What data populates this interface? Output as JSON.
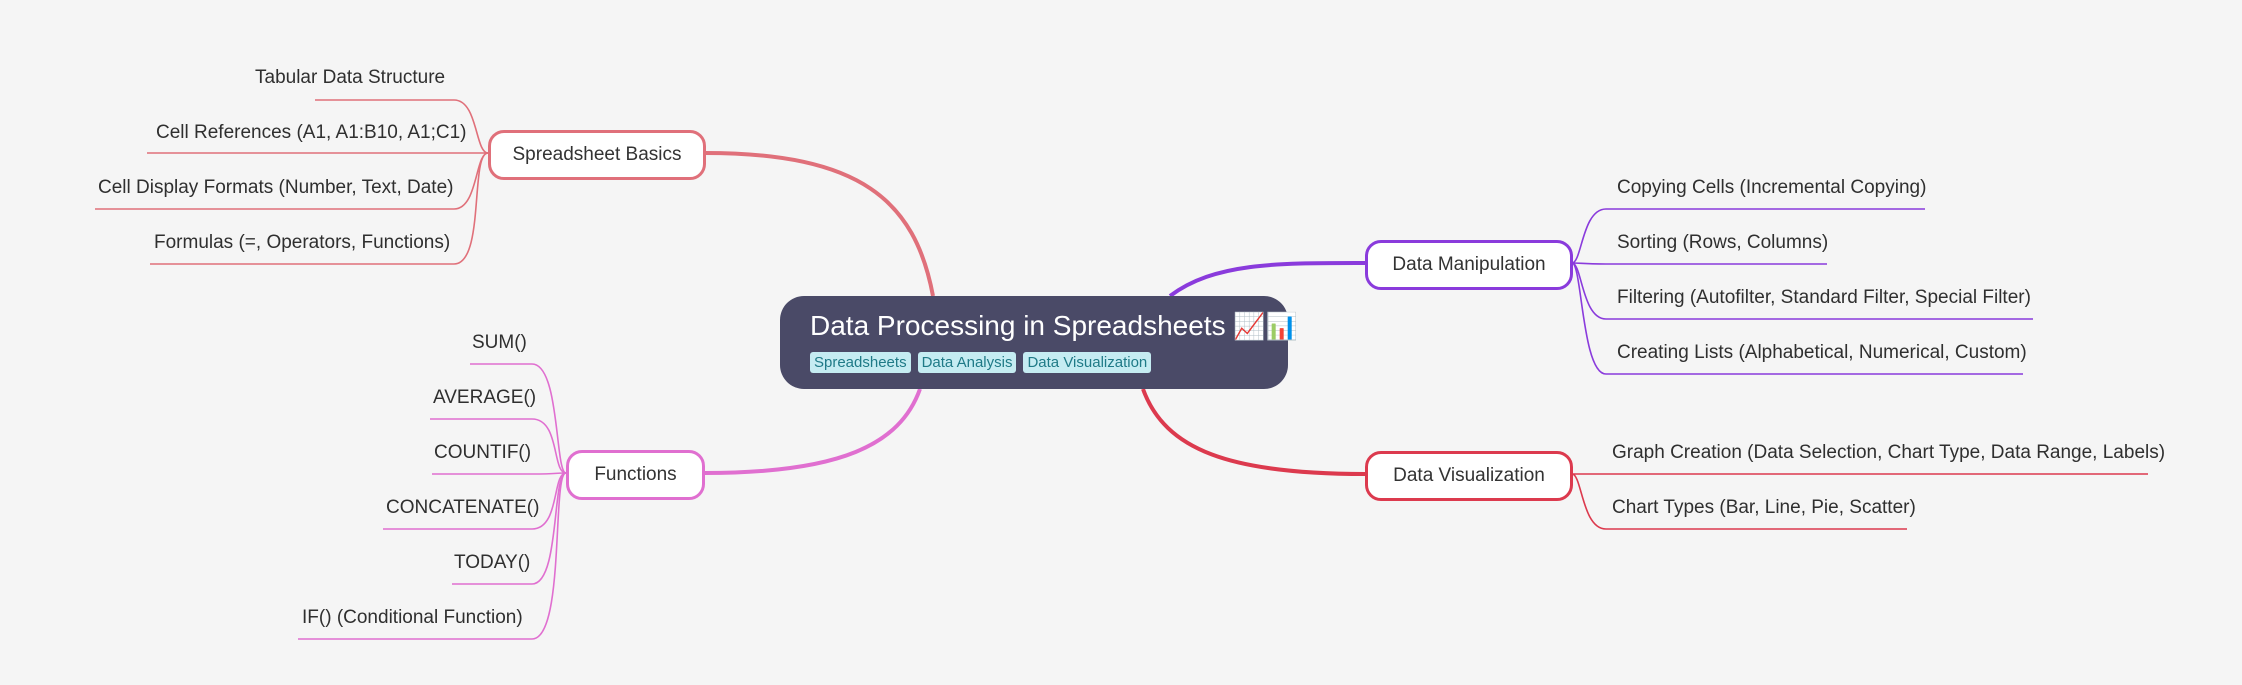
{
  "root": {
    "title": "Data Processing in Spreadsheets",
    "emoji": "📈📊",
    "tags": [
      "Spreadsheets",
      "Data Analysis",
      "Data Visualization"
    ]
  },
  "branches": {
    "spreadsheet_basics": {
      "label": "Spreadsheet Basics",
      "color": "#e0707a",
      "children": [
        "Tabular Data Structure",
        "Cell References (A1, A1:B10, A1;C1)",
        "Cell Display Formats (Number, Text, Date)",
        "Formulas (=, Operators, Functions)"
      ]
    },
    "functions": {
      "label": "Functions",
      "color": "#e06fd0",
      "children": [
        "SUM()",
        "AVERAGE()",
        "COUNTIF()",
        "CONCATENATE()",
        "TODAY()",
        "IF() (Conditional Function)"
      ]
    },
    "data_manipulation": {
      "label": "Data Manipulation",
      "color": "#8a3bdc",
      "children": [
        "Copying Cells (Incremental Copying)",
        "Sorting (Rows, Columns)",
        "Filtering (Autofilter, Standard Filter, Special Filter)",
        "Creating Lists (Alphabetical, Numerical, Custom)"
      ]
    },
    "data_visualization": {
      "label": "Data Visualization",
      "color": "#dc3a4e",
      "children": [
        "Graph Creation (Data Selection, Chart Type, Data Range, Labels)",
        "Chart Types (Bar, Line, Pie, Scatter)"
      ]
    }
  }
}
